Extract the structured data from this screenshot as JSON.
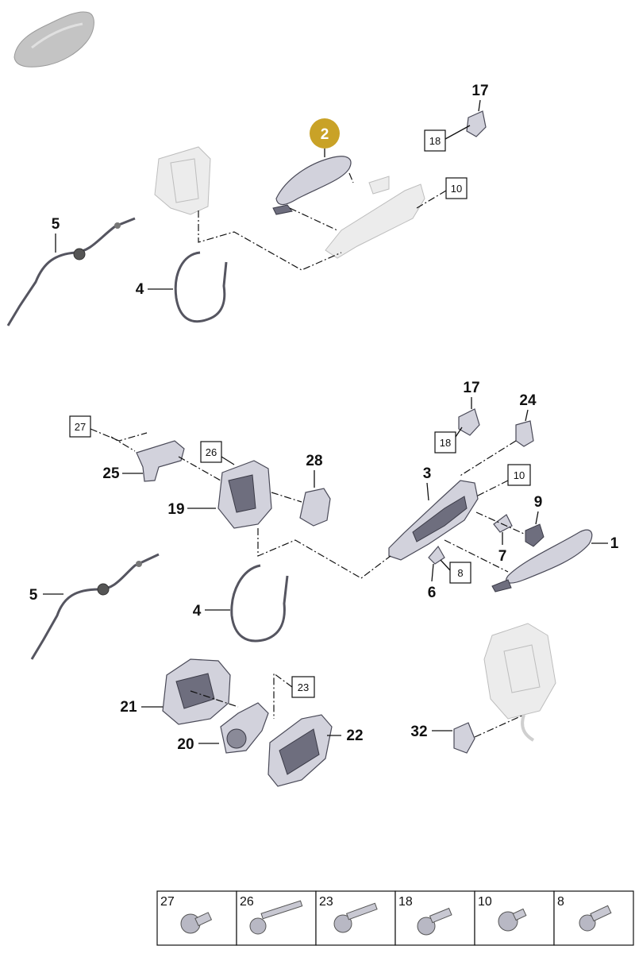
{
  "callouts": {
    "highlighted": "2",
    "upper": {
      "c17": "17",
      "c18": "18",
      "c10": "10",
      "c5": "5",
      "c4": "4"
    },
    "lower": {
      "c17": "17",
      "c18": "18",
      "c24": "24",
      "c27": "27",
      "c26": "26",
      "c28": "28",
      "c25": "25",
      "c19": "19",
      "c3": "3",
      "c10": "10",
      "c9": "9",
      "c1": "1",
      "c7": "7",
      "c8": "8",
      "c6": "6",
      "c5": "5",
      "c4": "4",
      "c23": "23",
      "c21": "21",
      "c22": "22",
      "c20": "20",
      "c32": "32"
    }
  },
  "fastener_table": [
    {
      "label": "27"
    },
    {
      "label": "26"
    },
    {
      "label": "23"
    },
    {
      "label": "18"
    },
    {
      "label": "10"
    },
    {
      "label": "8"
    }
  ],
  "colors": {
    "highlight": "#c9a227",
    "line": "#111111"
  },
  "icons": {
    "vehicle": "car-silhouette-icon"
  }
}
